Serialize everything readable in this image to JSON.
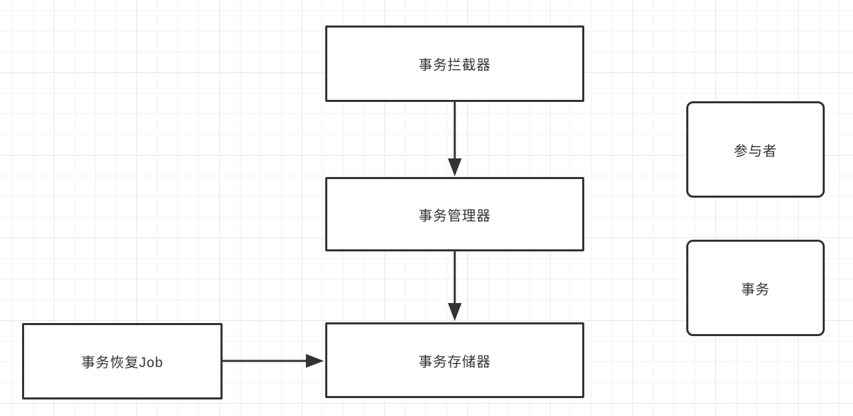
{
  "diagram": {
    "tool": "flowchart-canvas",
    "nodes": [
      {
        "id": "interceptor",
        "label": "事务拦截器",
        "shape": "rectangle"
      },
      {
        "id": "manager",
        "label": "事务管理器",
        "shape": "rectangle"
      },
      {
        "id": "storage",
        "label": "事务存储器",
        "shape": "rectangle"
      },
      {
        "id": "recovery-job",
        "label": "事务恢复Job",
        "shape": "rectangle"
      },
      {
        "id": "participant",
        "label": "参与者",
        "shape": "rounded-rectangle"
      },
      {
        "id": "transaction",
        "label": "事务",
        "shape": "rounded-rectangle"
      }
    ],
    "edges": [
      {
        "from": "事务拦截器",
        "to": "事务管理器",
        "direction": "down",
        "style": "solid-arrow"
      },
      {
        "from": "事务管理器",
        "to": "事务存储器",
        "direction": "down",
        "style": "solid-arrow"
      },
      {
        "from": "事务恢复Job",
        "to": "事务存储器",
        "direction": "right",
        "style": "solid-arrow"
      }
    ],
    "colors": {
      "background": "#ffffff",
      "grid_minor": "#f2f2f5",
      "grid_major": "#e7e7ec",
      "node_fill": "#ffffff",
      "node_border": "#333333",
      "text": "#333333",
      "arrow": "#333333"
    }
  }
}
